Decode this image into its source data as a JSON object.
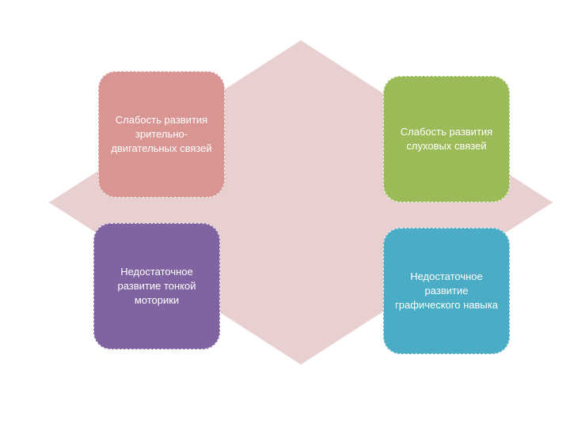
{
  "diagram": {
    "background_shape_color": "#e8d0d1",
    "boxes": [
      {
        "id": "tl",
        "text": "Слабость развития зрительно-двигательных связей",
        "color": "#d99592"
      },
      {
        "id": "tr",
        "text": "Слабость развития слуховых связей",
        "color": "#9bbb59"
      },
      {
        "id": "bl",
        "text": "Недостаточное развитие тонкой моторики",
        "color": "#8064a2"
      },
      {
        "id": "br",
        "text": "Недостаточное развитие графического навыка",
        "color": "#4bacc6"
      }
    ]
  }
}
